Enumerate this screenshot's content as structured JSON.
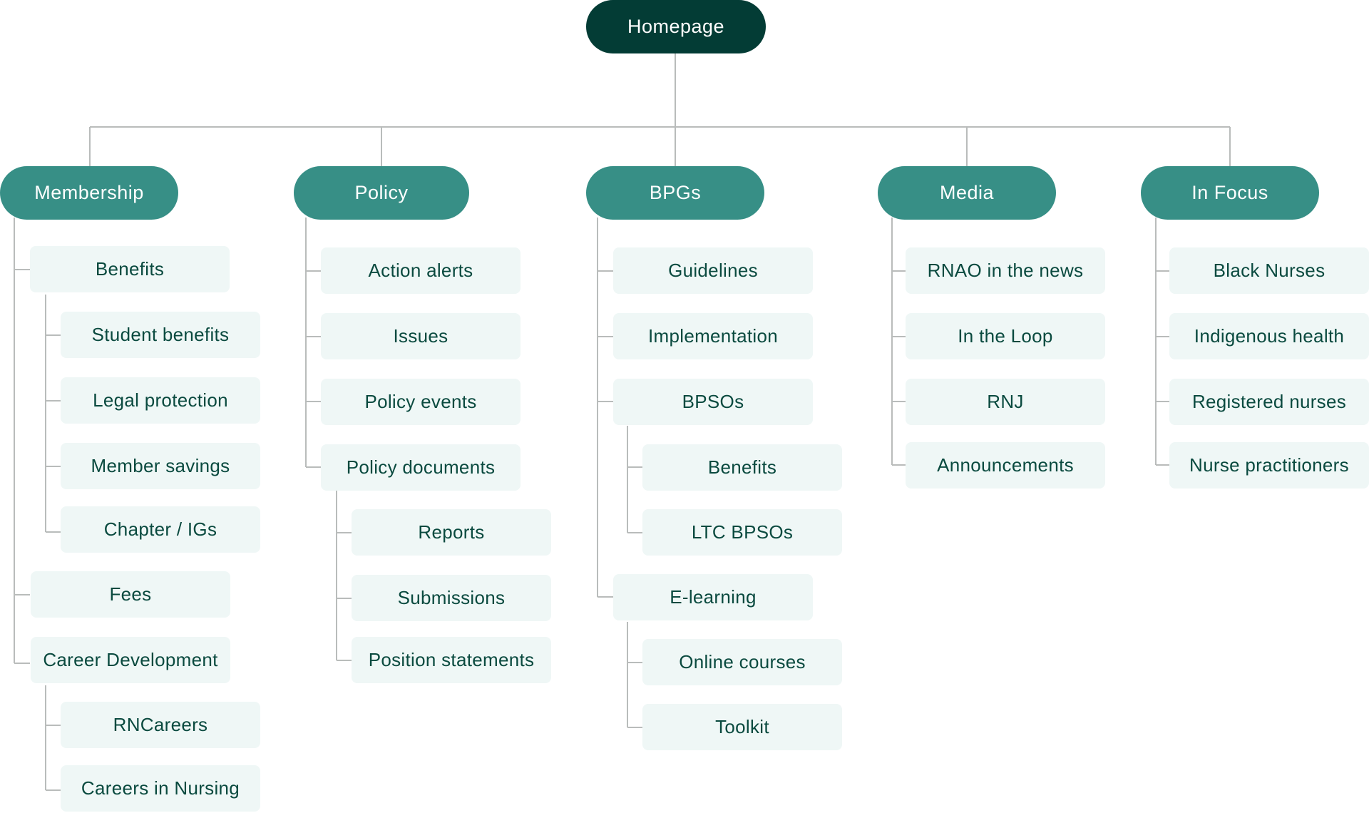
{
  "root": {
    "label": "Homepage"
  },
  "membership": {
    "label": "Membership",
    "benefits": "Benefits",
    "student_benefits": "Student benefits",
    "legal_protection": "Legal protection",
    "member_savings": "Member savings",
    "chapter_igs": "Chapter / IGs",
    "fees": "Fees",
    "career_development": "Career Development",
    "rncareers": "RNCareers",
    "careers_in_nursing": "Careers in Nursing"
  },
  "policy": {
    "label": "Policy",
    "action_alerts": "Action alerts",
    "issues": "Issues",
    "policy_events": "Policy events",
    "policy_documents": "Policy documents",
    "reports": "Reports",
    "submissions": "Submissions",
    "position_statements": "Position statements"
  },
  "bpgs": {
    "label": "BPGs",
    "guidelines": "Guidelines",
    "implementation": "Implementation",
    "bpsos": "BPSOs",
    "benefits": "Benefits",
    "ltc_bpsos": "LTC BPSOs",
    "e_learning": "E-learning",
    "online_courses": "Online courses",
    "toolkit": "Toolkit"
  },
  "media": {
    "label": "Media",
    "rnao_in_the_news": "RNAO in the news",
    "in_the_loop": "In the Loop",
    "rnj": "RNJ",
    "announcements": "Announcements"
  },
  "in_focus": {
    "label": "In Focus",
    "black_nurses": "Black Nurses",
    "indigenous_health": "Indigenous health",
    "registered_nurses": "Registered nurses",
    "nurse_practitioners": "Nurse practitioners"
  },
  "colors": {
    "root": "#033c35",
    "category": "#378f86",
    "leaf_bg": "#eff7f6",
    "leaf_text": "#0a4a3f",
    "connector": "#b9bcbb"
  }
}
